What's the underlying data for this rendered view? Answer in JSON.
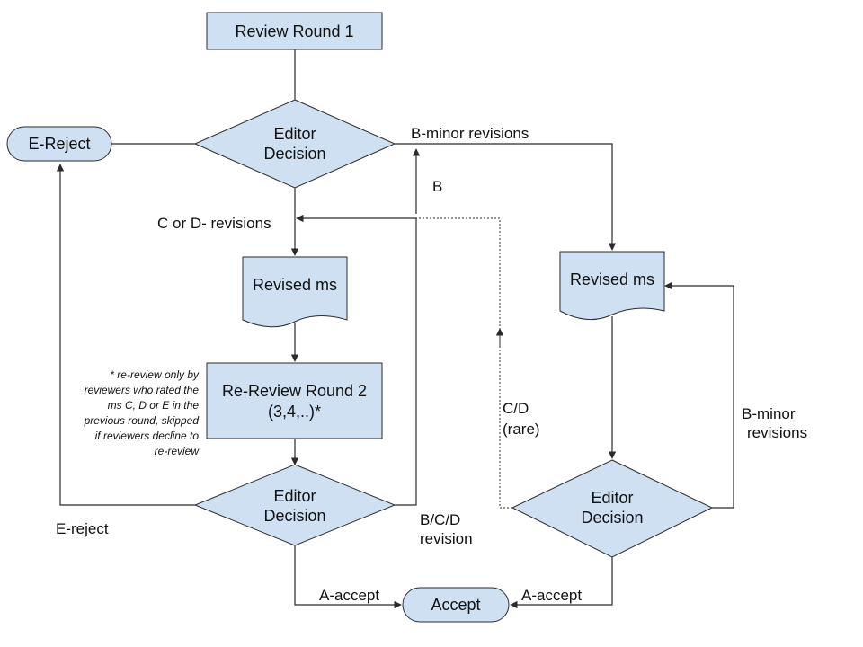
{
  "nodes": {
    "review_round_1": "Review Round 1",
    "editor_decision_1": [
      "Editor",
      "Decision"
    ],
    "e_reject_terminal": "E-Reject",
    "revised_ms_left": "Revised ms",
    "rereview_round_2": [
      "Re-Review Round 2",
      "(3,4,..)*"
    ],
    "editor_decision_2": [
      "Editor",
      "Decision"
    ],
    "revised_ms_right": "Revised ms",
    "editor_decision_3": [
      "Editor",
      "Decision"
    ],
    "accept_terminal": "Accept"
  },
  "edge_labels": {
    "b_minor_top": "B-minor revisions",
    "b": "B",
    "c_or_d": "C or D- revisions",
    "cd_rare": [
      "C/D",
      "(rare)"
    ],
    "b_minor_right": [
      "B-minor",
      "revisions"
    ],
    "e_reject_lower": "E-reject",
    "bcd_revision": [
      "B/C/D",
      "revision"
    ],
    "a_accept_left": "A-accept",
    "a_accept_right": "A-accept"
  },
  "footnote": [
    "* re-review only by",
    "reviewers who rated the",
    "ms C, D or E in the",
    "previous round, skipped",
    "if reviewers decline to",
    "re-review"
  ]
}
